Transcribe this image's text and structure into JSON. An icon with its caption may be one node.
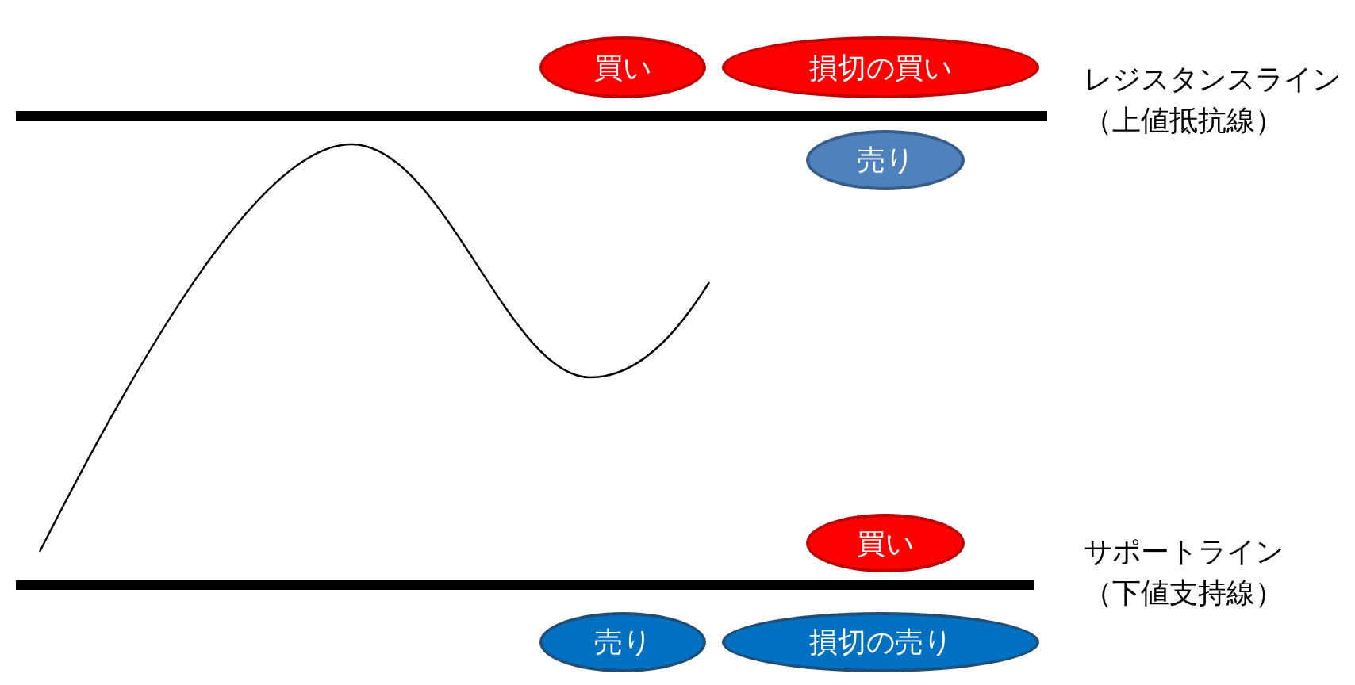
{
  "diagram": {
    "nodes": [
      {
        "text": [
          "買い"
        ]
      },
      {
        "text": [
          "損切の買い"
        ]
      },
      {
        "text": [
          "売り"
        ]
      },
      {
        "text": [
          "買い"
        ]
      },
      {
        "text": [
          "売り"
        ]
      },
      {
        "text": [
          "損切の売り"
        ]
      }
    ],
    "labels": [
      "レジスタンスライン（上値抵抗線）",
      "サポートライン（下値支持線）"
    ]
  }
}
